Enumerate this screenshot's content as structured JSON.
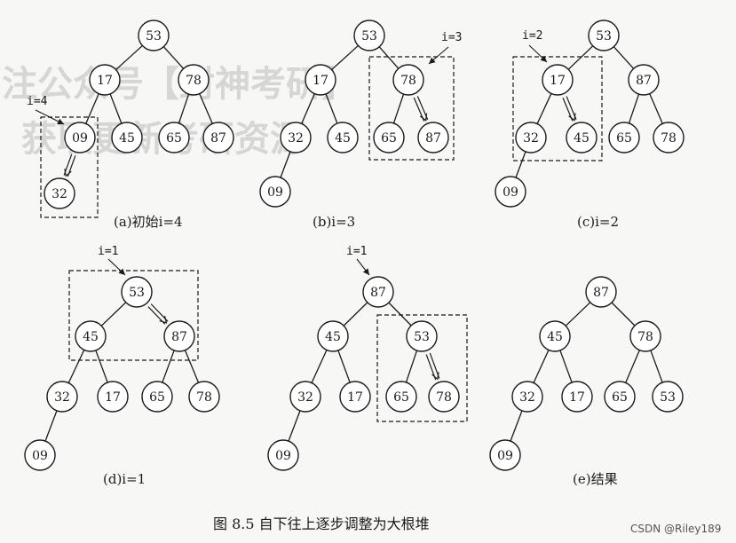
{
  "watermark": {
    "line1": "注公众号【封神考研】",
    "line2": "获取更新考研资源"
  },
  "figure_caption": "图 8.5    自下往上逐步调整为大根堆",
  "credit": "CSDN @Riley189",
  "panels": [
    {
      "id": "a",
      "caption": "(a)初始i=4",
      "pointer_label": "i=4",
      "nodes": [
        "53",
        "17",
        "78",
        "09",
        "45",
        "65",
        "87",
        "32"
      ],
      "edges": [
        [
          0,
          1
        ],
        [
          0,
          2
        ],
        [
          1,
          3
        ],
        [
          1,
          4
        ],
        [
          2,
          5
        ],
        [
          2,
          6
        ],
        [
          3,
          7
        ]
      ],
      "swap": [
        3,
        7
      ]
    },
    {
      "id": "b",
      "caption": "(b)i=3",
      "pointer_label": "i=3",
      "nodes": [
        "53",
        "17",
        "78",
        "32",
        "45",
        "65",
        "87",
        "09"
      ],
      "edges": [
        [
          0,
          1
        ],
        [
          0,
          2
        ],
        [
          1,
          3
        ],
        [
          1,
          4
        ],
        [
          2,
          5
        ],
        [
          2,
          6
        ],
        [
          3,
          7
        ]
      ],
      "swap": [
        2,
        6
      ]
    },
    {
      "id": "c",
      "caption": "(c)i=2",
      "pointer_label": "i=2",
      "nodes": [
        "53",
        "17",
        "87",
        "32",
        "45",
        "65",
        "78",
        "09"
      ],
      "edges": [
        [
          0,
          1
        ],
        [
          0,
          2
        ],
        [
          1,
          3
        ],
        [
          1,
          4
        ],
        [
          2,
          5
        ],
        [
          2,
          6
        ],
        [
          3,
          7
        ]
      ],
      "swap": [
        1,
        4
      ]
    },
    {
      "id": "d",
      "caption": "(d)i=1",
      "pointer_label": "i=1",
      "nodes": [
        "53",
        "45",
        "87",
        "32",
        "17",
        "65",
        "78",
        "09"
      ],
      "edges": [
        [
          0,
          1
        ],
        [
          0,
          2
        ],
        [
          1,
          3
        ],
        [
          1,
          4
        ],
        [
          2,
          5
        ],
        [
          2,
          6
        ],
        [
          3,
          7
        ]
      ],
      "swap": [
        0,
        2
      ]
    },
    {
      "id": "e",
      "caption": "",
      "pointer_label": "i=1",
      "nodes": [
        "87",
        "45",
        "53",
        "32",
        "17",
        "65",
        "78",
        "09"
      ],
      "edges": [
        [
          0,
          1
        ],
        [
          0,
          2
        ],
        [
          1,
          3
        ],
        [
          1,
          4
        ],
        [
          2,
          5
        ],
        [
          2,
          6
        ],
        [
          3,
          7
        ]
      ],
      "swap": [
        2,
        6
      ]
    },
    {
      "id": "f",
      "caption": "(e)结果",
      "pointer_label": "",
      "nodes": [
        "87",
        "45",
        "78",
        "32",
        "17",
        "65",
        "53",
        "09"
      ],
      "edges": [
        [
          0,
          1
        ],
        [
          0,
          2
        ],
        [
          1,
          3
        ],
        [
          1,
          4
        ],
        [
          2,
          5
        ],
        [
          2,
          6
        ],
        [
          3,
          7
        ]
      ],
      "swap": null
    }
  ]
}
